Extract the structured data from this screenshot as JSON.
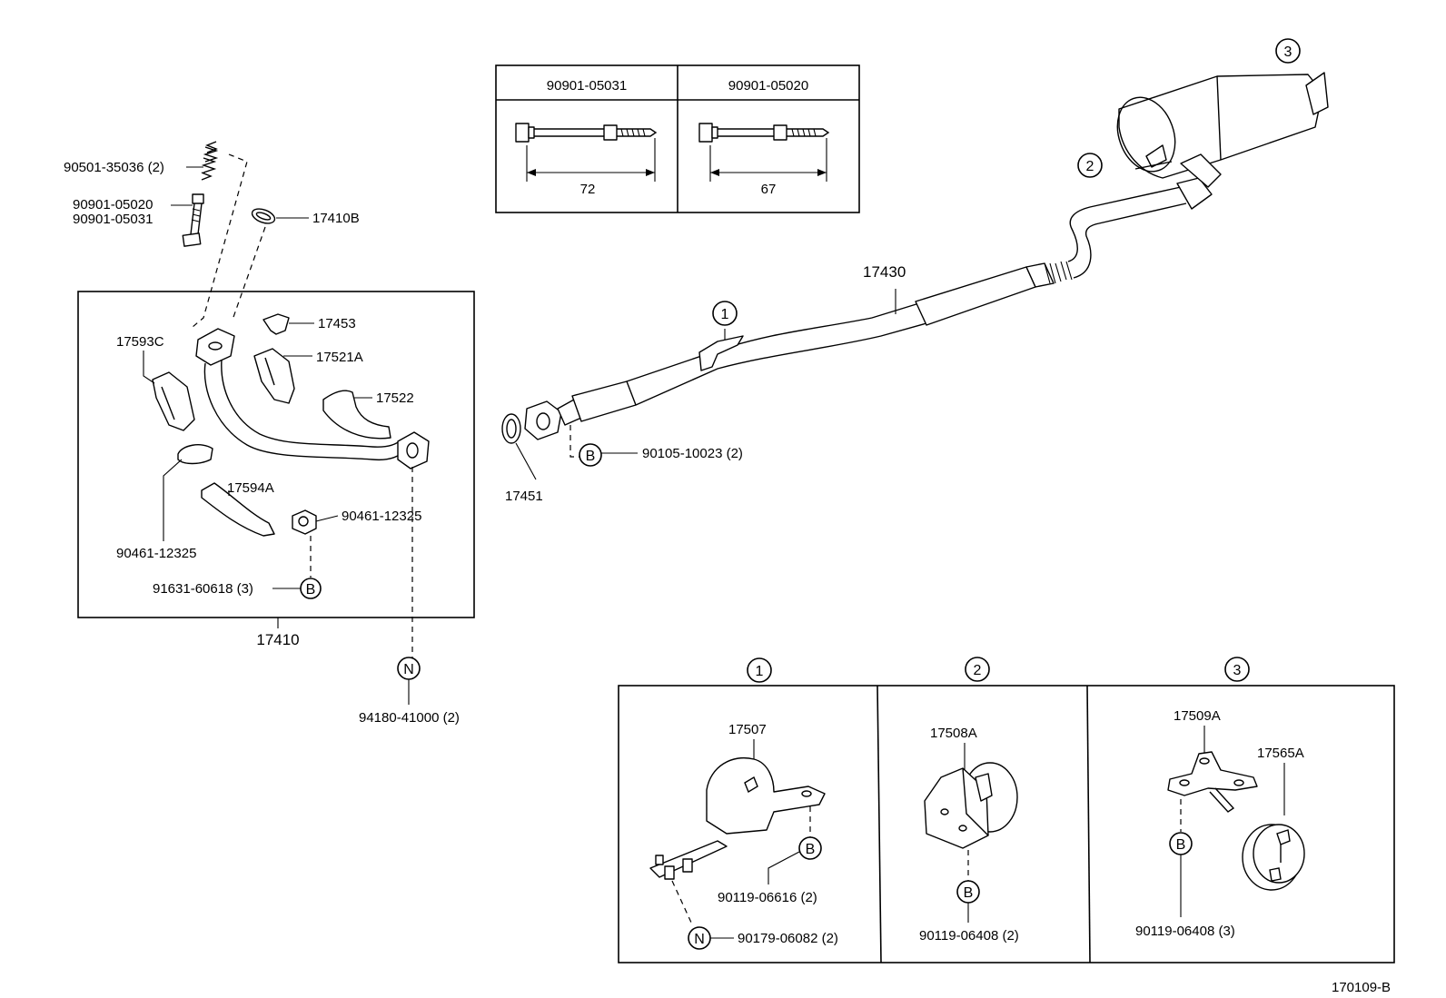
{
  "diagram_code": "170109-B",
  "bolt_table": {
    "left": {
      "part": "90901-05031",
      "length": "72"
    },
    "right": {
      "part": "90901-05020",
      "length": "67"
    }
  },
  "front_pipe_box": {
    "assembly": "17410",
    "parts": {
      "gasket_top": "17410B",
      "spring": "90501-35036 (2)",
      "bolt_a": "90901-05020",
      "bolt_b": "90901-05031",
      "heat_ins_a": "17453",
      "heat_ins_b": "17521A",
      "heat_ins_c": "17522",
      "heat_ins_d": "17593C",
      "heat_ins_e": "17594A",
      "clamp_left": "90461-12325",
      "clamp_right": "90461-12325",
      "bolt_b_ref": "91631-60618 (3)"
    },
    "nut": "94180-41000 (2)"
  },
  "main_parts": {
    "center_pipe": "17430",
    "gasket": "17451",
    "flange_bolt": "90105-10023 (2)"
  },
  "markers": {
    "one": "1",
    "two": "2",
    "three": "3",
    "B": "B",
    "N": "N"
  },
  "detail_one": {
    "hanger": "17507",
    "bolt": "90119-06616 (2)",
    "nut": "90179-06082 (2)"
  },
  "detail_two": {
    "hanger": "17508A",
    "bolt": "90119-06408 (2)"
  },
  "detail_three": {
    "bracket": "17509A",
    "insulator": "17565A",
    "bolt": "90119-06408 (3)"
  }
}
